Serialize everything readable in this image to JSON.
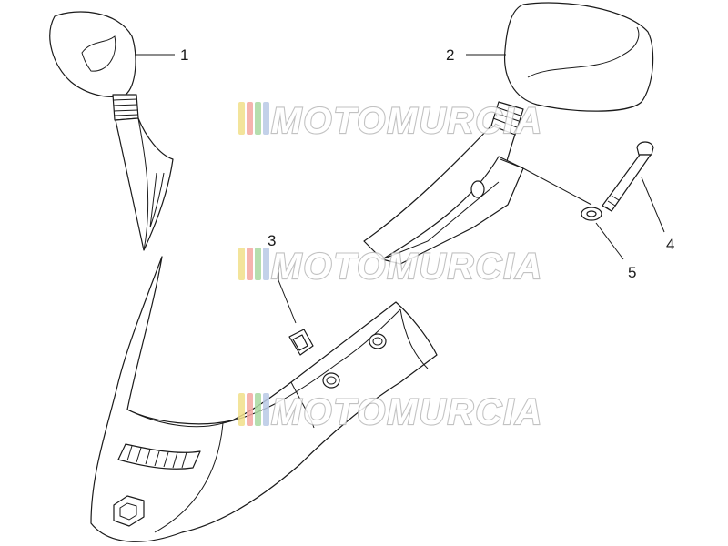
{
  "diagram": {
    "callouts": [
      "1",
      "2",
      "3",
      "4",
      "5"
    ],
    "watermark": {
      "text": "MOTOMURCIA",
      "stripe_colors": [
        "#f2e08a",
        "#f4a6a0",
        "#a9d9a1",
        "#b9c9e6"
      ],
      "outline_color": "#b8b8b8"
    },
    "line_color": "#1a1a1a",
    "background": "#ffffff"
  }
}
